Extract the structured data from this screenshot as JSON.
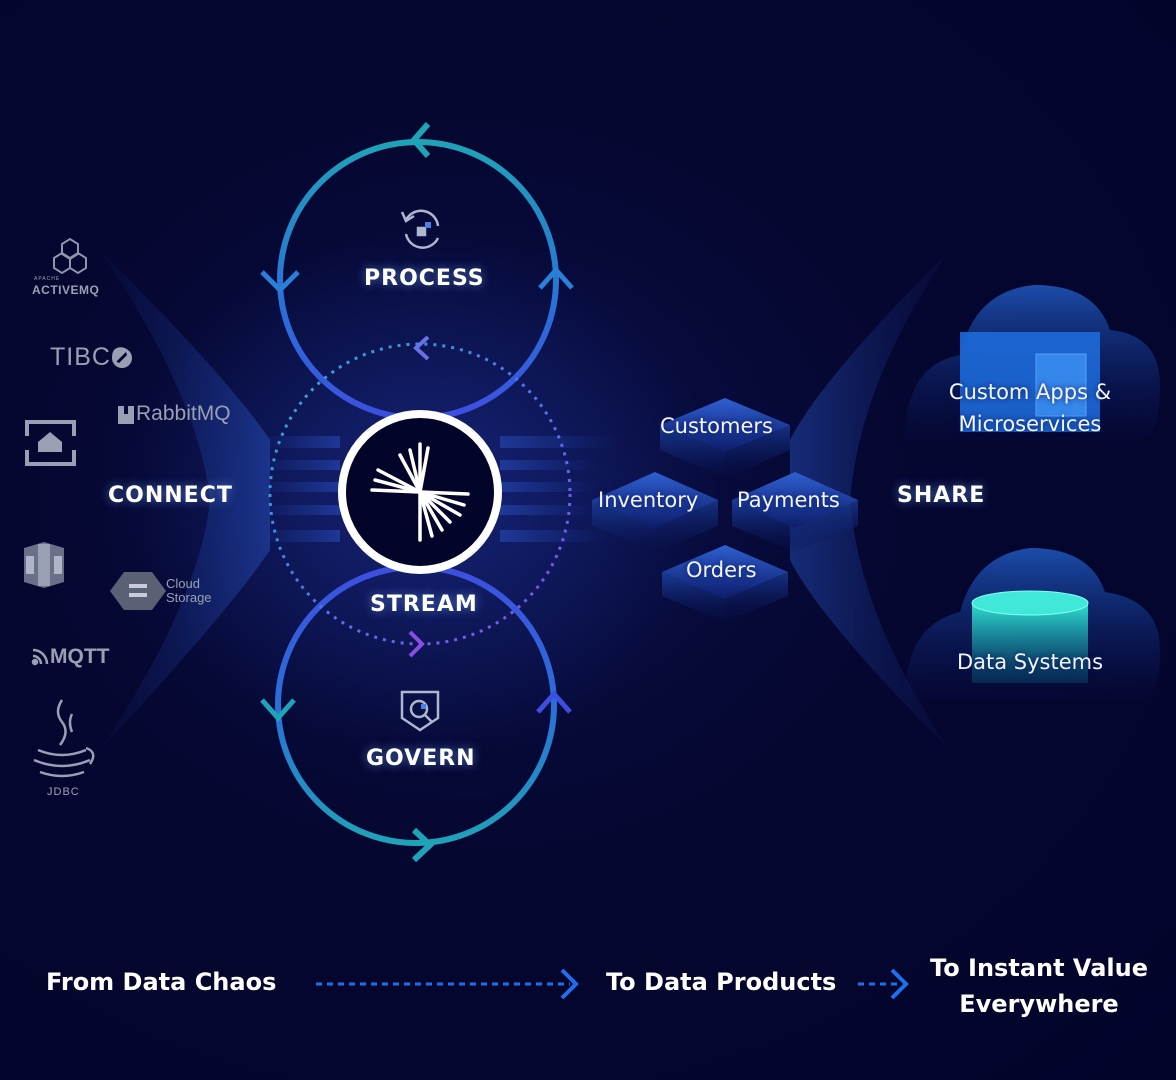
{
  "cycle": {
    "process_label": "PROCESS",
    "stream_label": "STREAM",
    "govern_label": "GOVERN"
  },
  "sides": {
    "connect_label": "CONNECT",
    "share_label": "SHARE"
  },
  "source_logos": {
    "activemq_small": "APACHE",
    "activemq": "ACTIVEMQ",
    "tibco": "TIBCO",
    "rabbitmq": "RabbitMQ",
    "cloud_storage_line1": "Cloud",
    "cloud_storage_line2": "Storage",
    "mqtt": "MQTT",
    "jdbc": "JDBC"
  },
  "data_products": {
    "customers": "Customers",
    "inventory": "Inventory",
    "payments": "Payments",
    "orders": "Orders"
  },
  "destinations": {
    "apps_line1": "Custom Apps &",
    "apps_line2": "Microservices",
    "data_systems": "Data Systems"
  },
  "footer": {
    "from": "From Data Chaos",
    "to_products": "To Data Products",
    "value_line1": "To Instant Value",
    "value_line2": "Everywhere"
  },
  "colors": {
    "background": "#04052b",
    "ring_teal": "#1fa3b8",
    "ring_blue": "#3d5be8",
    "stream_dotted": "#5a7cf0",
    "footer_arrow": "#1e6ff0"
  }
}
